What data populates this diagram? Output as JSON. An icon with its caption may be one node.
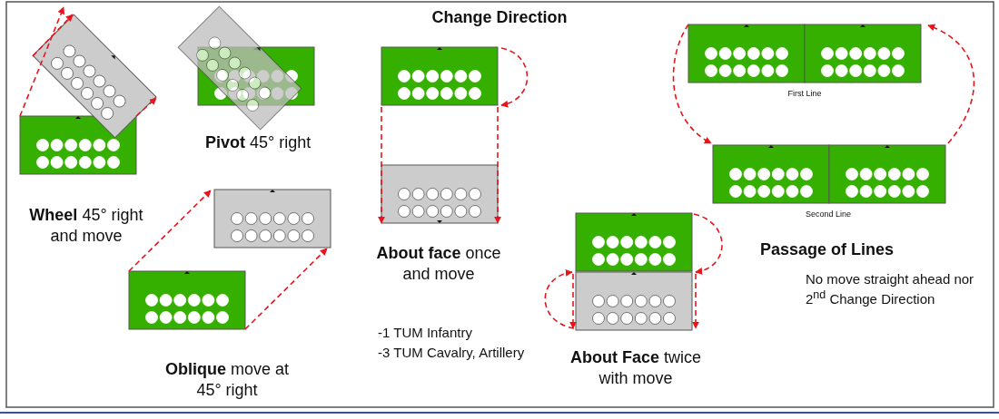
{
  "diagram": {
    "title": "Change Direction",
    "labels": [
      "**Wheel** 45° right and move",
      "**Pivot** 45° right",
      "**Oblique** move at 45° right",
      "**About face** once and move",
      "-1 TUM Infantry",
      "-3 TUM Cavalry, Artillery",
      "**About Face** twice with move",
      "First Line",
      "Second Line",
      "Passage of Lines",
      "No move straight ahead nor 2$^{nd}$  Change Direction"
    ]
  }
}
